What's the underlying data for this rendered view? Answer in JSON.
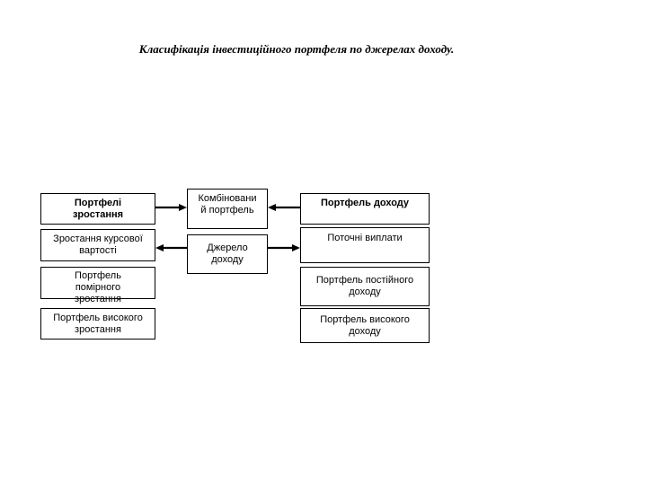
{
  "title": "Класифікація інвестиційного портфеля по джерелах доходу.",
  "diagram": {
    "growth": {
      "header": "Портфелі\nзростання",
      "items": [
        "Зростання курсової\nвартості",
        "Портфель\nпомірного\nзростання",
        "Портфель високого\nзростання"
      ]
    },
    "center": {
      "combined": "Комбіновани\nй портфель",
      "source": "Джерело\nдоходу"
    },
    "income": {
      "header": "Портфель доходу",
      "items": [
        "Поточні виплати",
        "Портфель постійного\nдоходу",
        "Портфель високого\nдоходу"
      ]
    }
  },
  "colors": {
    "background": "#ffffff",
    "line": "#000000",
    "text": "#000000"
  }
}
